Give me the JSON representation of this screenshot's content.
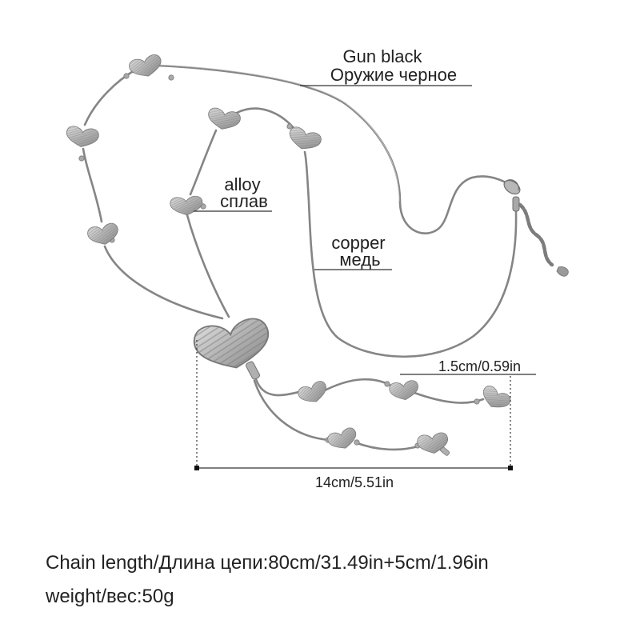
{
  "labels": {
    "finish": {
      "en": "Gun black",
      "ru": "Оружие черное"
    },
    "material_alloy": {
      "en": "alloy",
      "ru": "сплав"
    },
    "material_copper": {
      "en": "copper",
      "ru": "медь"
    }
  },
  "dimensions": {
    "drop_height": "1.5cm/0.59in",
    "drop_length": "14cm/5.51in"
  },
  "specs": {
    "chain_length": "Chain length/Длина цепи:80cm/31.49in+5cm/1.96in",
    "weight": "weight/вес:50g"
  },
  "colors": {
    "metal_light": "#d2d2d2",
    "metal_dark": "#8c8c8c",
    "chain": "#858585",
    "annotation": "#222222",
    "background": "#ffffff"
  }
}
